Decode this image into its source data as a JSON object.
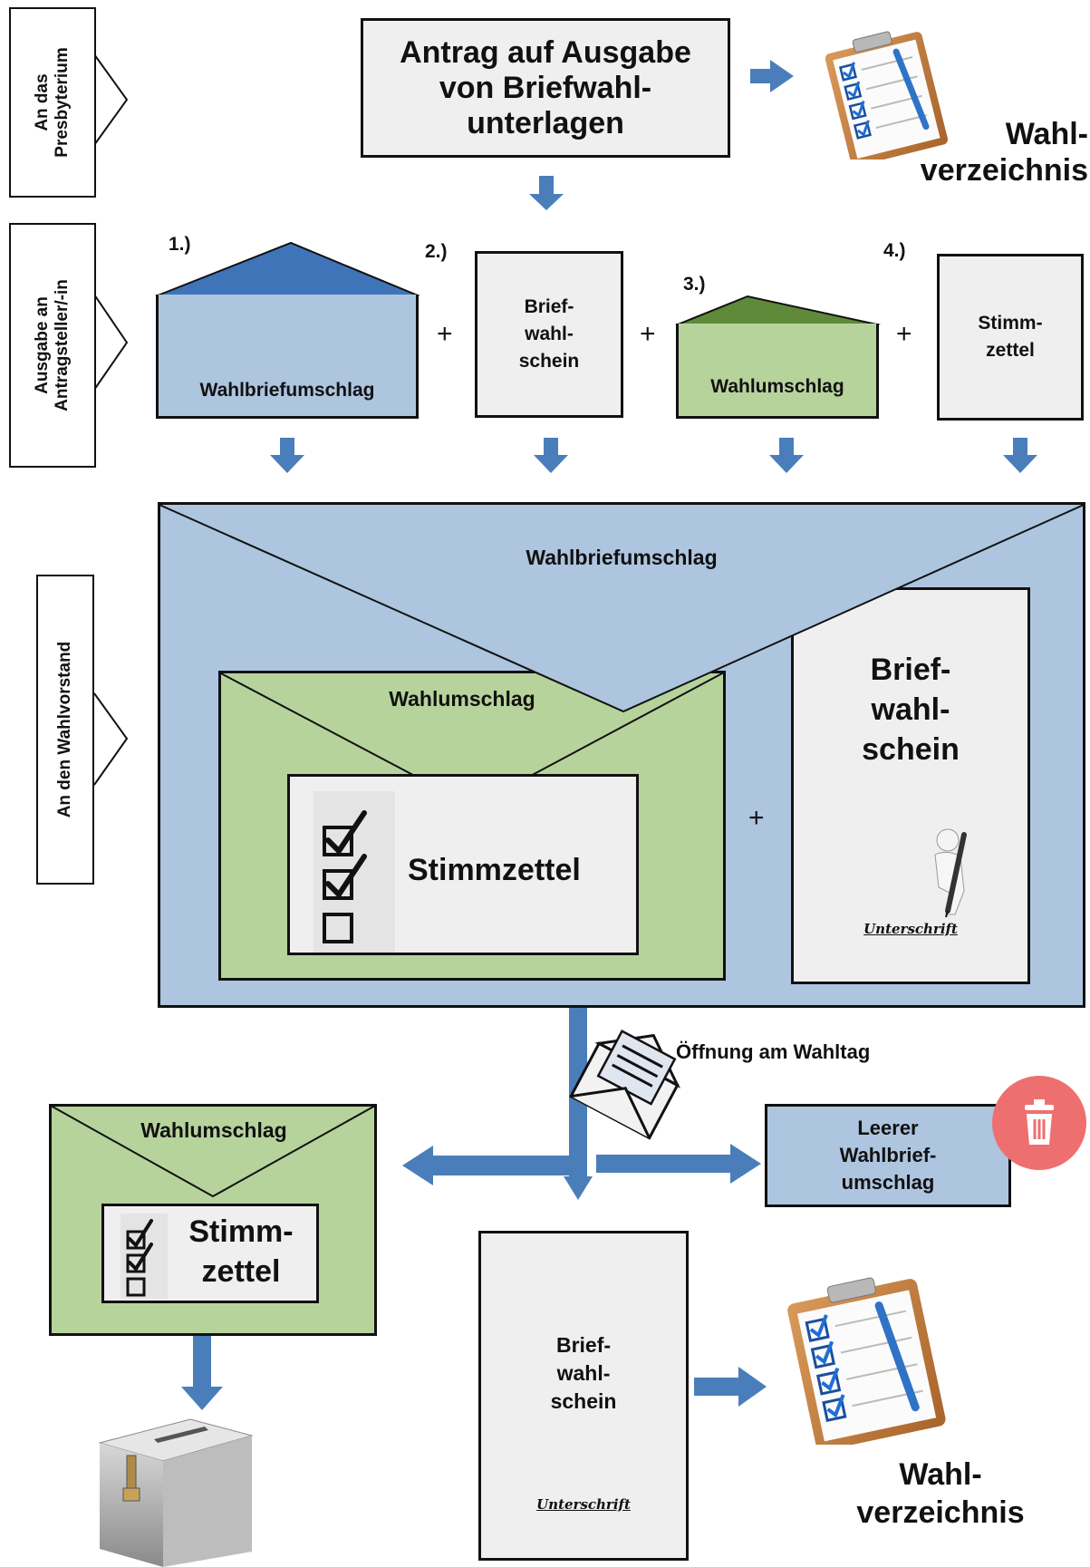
{
  "side_labels": {
    "presbyterium": "An das\nPresbyterium",
    "antragsteller": "Ausgabe an\nAntragsteller/-in",
    "wahlvorstand": "An den Wahlvorstand"
  },
  "antrag_box": "Antrag auf Ausgabe\nvon Briefwahl-\nunterlagen",
  "wahlverzeichnis_label": "Wahl-\nverzeichnis",
  "items": [
    {
      "number": "1.)",
      "label": "Wahlbriefumschlag"
    },
    {
      "number": "2.)",
      "label": "Brief-\nwahl-\nschein"
    },
    {
      "number": "3.)",
      "label": "Wahlumschlag"
    },
    {
      "number": "4.)",
      "label": "Stimm-\nzettel"
    }
  ],
  "plus": "+",
  "big_envelope": {
    "label": "Wahlbriefumschlag",
    "inner_envelope_label": "Wahlumschlag",
    "ballot_label": "Stimmzettel",
    "card_label": "Brief-\nwahl-\nschein",
    "signature": "Unterschrift"
  },
  "opening_label": "Öffnung am Wahltag",
  "result": {
    "envelope_label": "Wahlumschlag",
    "ballot_label": "Stimm-\nzettel",
    "empty_envelope": "Leerer\nWahlbrief-\numschlag",
    "card_label": "Brief-\nwahl-\nschein",
    "signature": "Unterschrift",
    "wahlverzeichnis_label": "Wahl-\nverzeichnis"
  },
  "colors": {
    "arrow": "#4a7ebb",
    "envelope_blue": "#adc5df",
    "envelope_blue_dark": "#3f75b8",
    "envelope_green": "#b7d39c",
    "envelope_green_dark": "#5f8a3a",
    "card_grey": "#efefef",
    "trash_red": "#ee6f6f"
  },
  "icons": [
    "clipboard-checklist-icon",
    "pen-figure-icon",
    "open-letter-icon",
    "trash-icon",
    "ballot-box-icon",
    "checkbox-icon"
  ]
}
